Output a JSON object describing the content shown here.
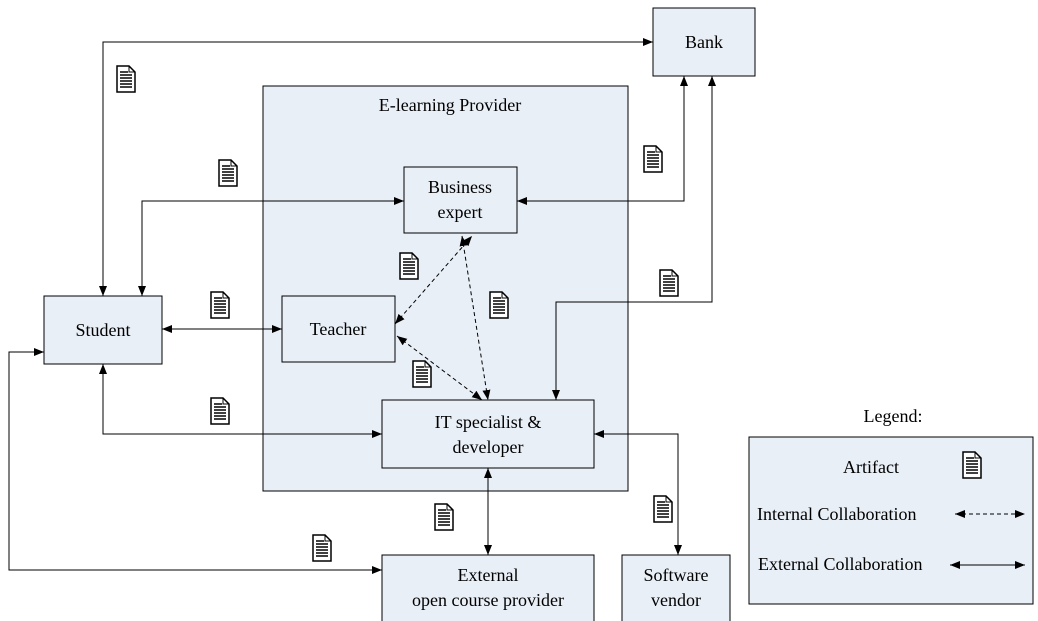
{
  "diagram": {
    "provider_label": "E-learning Provider",
    "nodes": {
      "bank": "Bank",
      "business_expert": [
        "Business",
        "expert"
      ],
      "teacher": "Teacher",
      "student": "Student",
      "it_specialist": [
        "IT specialist &",
        "developer"
      ],
      "external_provider": [
        "External",
        "open course provider"
      ],
      "software_vendor": [
        "Software",
        "vendor"
      ]
    },
    "legend": {
      "title": "Legend:",
      "artifact": "Artifact",
      "internal": "Internal Collaboration",
      "external": "External Collaboration"
    }
  }
}
